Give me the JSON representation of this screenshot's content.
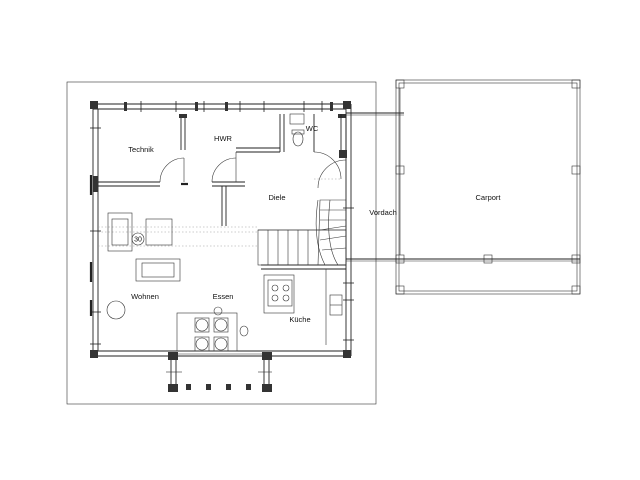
{
  "plan": {
    "rooms": {
      "technik": "Technik",
      "hwr": "HWR",
      "wc": "WC",
      "diele": "Diele",
      "wohnen": "Wohnen",
      "essen": "Essen",
      "kueche": "Küche",
      "vordach": "Vordach",
      "carport": "Carport"
    },
    "stair_number": "30"
  }
}
